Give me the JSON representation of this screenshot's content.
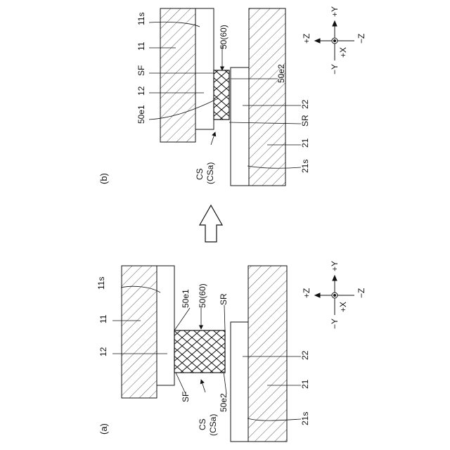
{
  "panel_a": {
    "caption": "(a)",
    "labels": {
      "l11s": "11s",
      "l11": "11",
      "l12": "12",
      "l50e1": "50e1",
      "l5060": "50(60)",
      "lSR": "SR",
      "lSF": "SF",
      "l50e2": "50e2",
      "l22": "22",
      "l21": "21",
      "l21s": "21s",
      "lCS": "CS",
      "lCSa": "(CSa)"
    },
    "axes": {
      "pY": "+Y",
      "pZ": "+Z",
      "mZ": "−Z",
      "mY": "−Y",
      "pX": "+X"
    }
  },
  "panel_b": {
    "caption": "(b)",
    "labels": {
      "l11s": "11s",
      "l11": "11",
      "l12": "12",
      "lSF": "SF",
      "l5060": "50(60)",
      "l50e2": "50e2",
      "l50e1": "50e1",
      "l22": "22",
      "lSR": "SR",
      "l21": "21",
      "l21s": "21s",
      "lCS": "CS",
      "lCSa": "(CSa)"
    },
    "axes": {
      "pY": "+Y",
      "pZ": "+Z",
      "mZ": "−Z",
      "mY": "−Y",
      "pX": "+X"
    }
  },
  "colors": {
    "line": "#111111",
    "hatch": "#333333",
    "background": "#ffffff"
  }
}
